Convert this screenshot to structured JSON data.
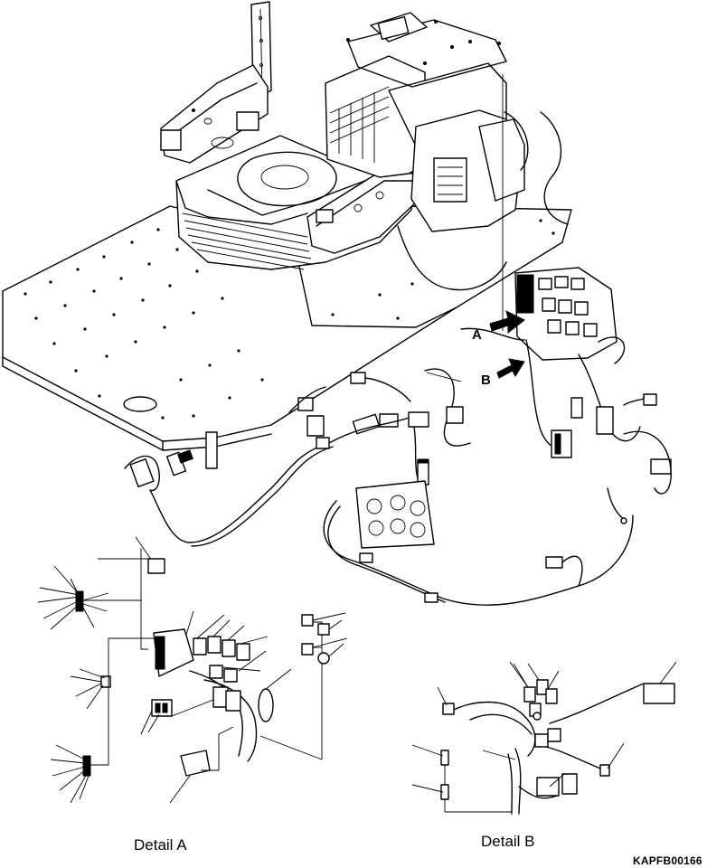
{
  "callouts": {
    "a": "A",
    "b": "B"
  },
  "captions": {
    "detail_a": "Detail A",
    "detail_b": "Detail B"
  },
  "figure_id": "KAPFB00166",
  "colors": {
    "line": "#000000",
    "background": "#ffffff"
  }
}
